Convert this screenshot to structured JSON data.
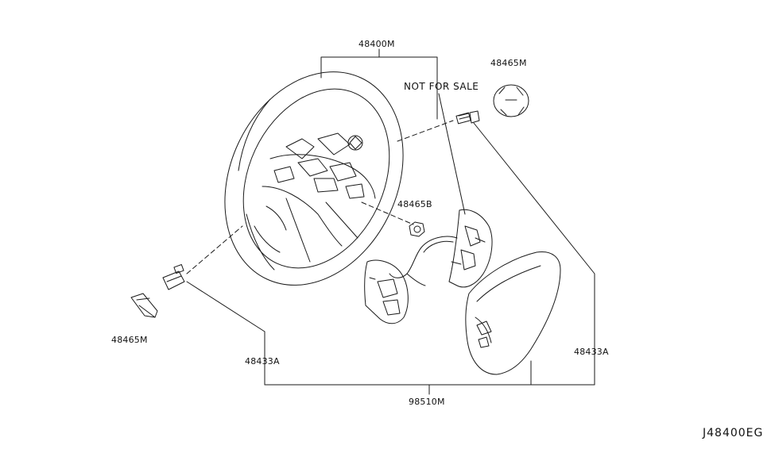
{
  "diagram": {
    "part_labels": {
      "steering_wheel": "48400M",
      "ornament_top": "48465M",
      "ornament_left": "48465M",
      "nut": "48465B",
      "switch_left": "48433A",
      "switch_right": "48433A",
      "airbag_module": "98510M"
    },
    "watermark": "NOT FOR SALE",
    "diagram_code": "J48400EG"
  }
}
